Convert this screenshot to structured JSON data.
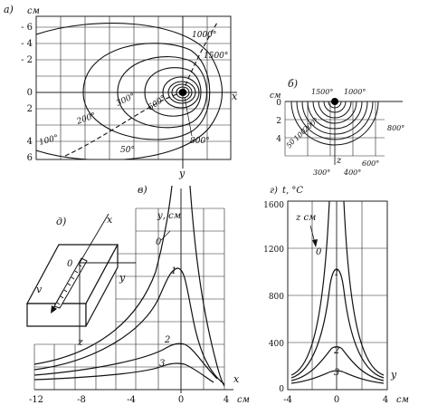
{
  "panel_a": {
    "letter": "а)",
    "unit": "см",
    "y_ticks": [
      "- 6",
      "- 4",
      "- 2",
      "0",
      "2",
      "4",
      "6"
    ],
    "x_axis": "x",
    "y_axis": "y",
    "isotherms": [
      "1000°",
      "1500°",
      "600°",
      "300°",
      "200°",
      "100°",
      "50°",
      "800°"
    ]
  },
  "panel_b": {
    "letter": "б)",
    "unit": "см",
    "y_ticks": [
      "0",
      "2",
      "4"
    ],
    "z_axis": "z",
    "isotherms": [
      "1500°",
      "1000°",
      "800°",
      "600°",
      "400°",
      "300°",
      "200°",
      "100",
      "50"
    ]
  },
  "panel_v": {
    "letter": "в)",
    "y_label": "у, см",
    "curve_labels": [
      "0",
      "1",
      "2",
      "3"
    ],
    "x_axis": "x",
    "x_ticks": [
      "-12",
      "-8",
      "-4",
      "0",
      "4"
    ],
    "x_unit": "см"
  },
  "panel_g": {
    "letter": "г)",
    "t_label": "t, °С",
    "t_ticks": [
      "1600",
      "1200",
      "800",
      "400",
      "0"
    ],
    "z_label": "z  см",
    "curve_labels": [
      "0",
      "1",
      "2",
      "3"
    ],
    "y_axis": "y",
    "x_ticks": [
      "-4",
      "0",
      "4"
    ],
    "x_unit": "см"
  },
  "panel_d": {
    "letter": "д)",
    "x_axis": "x",
    "y_axis": "y",
    "z_axis": "z",
    "origin": "0",
    "velocity": "v"
  }
}
